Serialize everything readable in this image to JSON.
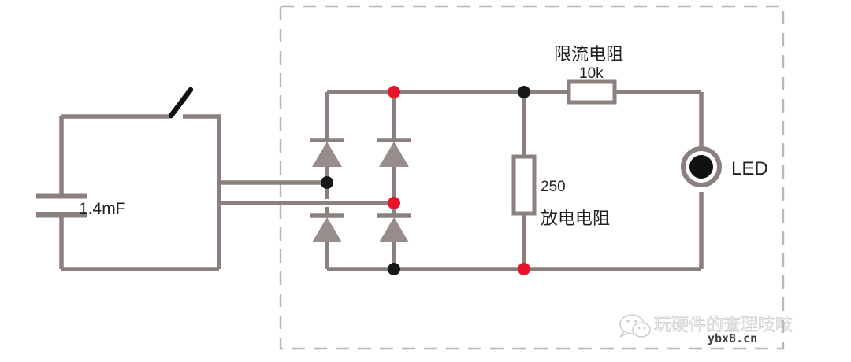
{
  "diagram": {
    "title": "capacitor-discharge-bridge-rectifier-led-circuit",
    "colors": {
      "wire": "#8c807e",
      "node_red": "#e8142a",
      "node_black": "#171717",
      "switch_lever": "#111111",
      "diode_fill": "#998d8b",
      "dashed_border": "#b9b6b8",
      "text": "#231f20",
      "background": "#ffffff",
      "watermark": "#c8c8c8"
    },
    "components": {
      "capacitor": {
        "label": "1.4mF",
        "symbol": "capacitor-icon"
      },
      "switch": {
        "label": "",
        "state": "open",
        "symbol": "switch-icon"
      },
      "bridge_rectifier": {
        "symbol": "diode-bridge-icon",
        "diode_count": 4,
        "diodes": [
          {
            "name": "diode-top-left",
            "orientation": "up"
          },
          {
            "name": "diode-top-right",
            "orientation": "up"
          },
          {
            "name": "diode-bottom-left",
            "orientation": "up"
          },
          {
            "name": "diode-bottom-right",
            "orientation": "up"
          }
        ]
      },
      "limiting_resistor": {
        "name_cn": "限流电阻",
        "value": "10k",
        "symbol": "resistor-icon"
      },
      "discharge_resistor": {
        "value": "250",
        "name_cn": "放电电阻",
        "symbol": "resistor-icon"
      },
      "led": {
        "label": "LED",
        "symbol": "led-icon"
      }
    },
    "nodes": [
      {
        "name": "node-top-left-red",
        "color": "#e8142a"
      },
      {
        "name": "node-top-right-black",
        "color": "#171717"
      },
      {
        "name": "node-mid-ac-black",
        "color": "#171717"
      },
      {
        "name": "node-mid-ac-red",
        "color": "#e8142a"
      },
      {
        "name": "node-bottom-left-black",
        "color": "#171717"
      },
      {
        "name": "node-bottom-right-red",
        "color": "#e8142a"
      }
    ],
    "enclosure": {
      "name": "dashed-boundary",
      "style": "dashed"
    }
  },
  "watermark": {
    "account_name": "玩硬件的查理吱吱",
    "url": "ybx8.cn",
    "icon": "wechat-icon"
  }
}
